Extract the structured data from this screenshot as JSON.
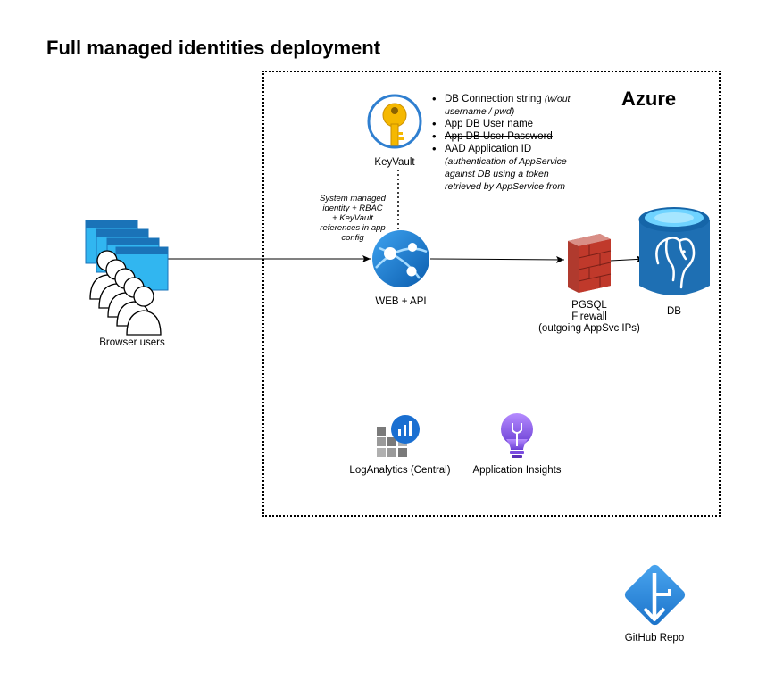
{
  "title": "Full managed identities deployment",
  "azure_label": "Azure",
  "nodes": {
    "keyvault": "KeyVault",
    "web_api": "WEB + API",
    "browser_users": "Browser users",
    "firewall": [
      "PGSQL",
      "Firewall",
      "(outgoing AppSvc IPs)"
    ],
    "db": "DB",
    "log_analytics": "LogAnalytics (Central)",
    "app_insights": "Application Insights",
    "github": "GitHub Repo"
  },
  "identity_note": [
    "System managed",
    "identity + RBAC",
    "+ KeyVault",
    "references in app",
    "config"
  ],
  "keyvault_items": {
    "item1_main": "DB Connection string ",
    "item1_italic": "(w/out username / pwd)",
    "item2": "App DB User name",
    "item3": "App DB User Password",
    "item4_main": "AAD Application ID",
    "item4_italic": "(authentication of AppService against DB using a token retrieved by AppService from"
  },
  "colors": {
    "azure_blue": "#0078d4",
    "keyvault_gold": "#f5b800",
    "firewall_red": "#c0392b",
    "postgres_blue": "#1e6fb3",
    "insights_purple": "#8b5cf6"
  }
}
